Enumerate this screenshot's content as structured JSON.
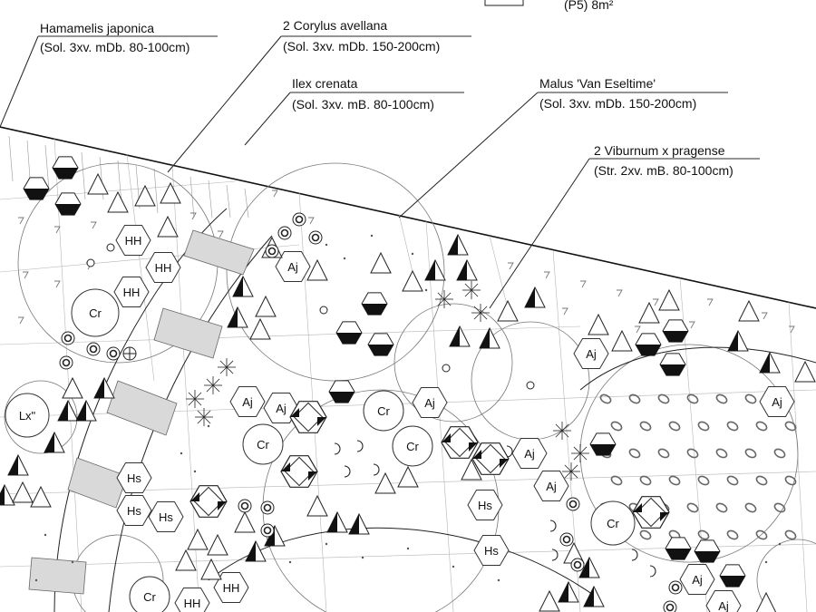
{
  "header": {
    "legend_fragment": "(P5)  8m²"
  },
  "callouts": [
    {
      "name": "Hamamelis japonica",
      "spec": "(Sol. 3xv. mDb. 80-100cm)"
    },
    {
      "name": "2 Corylus avellana",
      "spec": "(Sol. 3xv. mDb. 150-200cm)"
    },
    {
      "name": "Ilex crenata",
      "spec": "(Sol. 3xv. mB. 80-100cm)"
    },
    {
      "name": "Malus 'Van Eseltime'",
      "spec": "(Sol. 3xv. mDb. 150-200cm)"
    },
    {
      "name": "2 Viburnum x pragense",
      "spec": "(Str. 2xv. mB. 80-100cm)"
    }
  ],
  "plant_codes": {
    "hh": "HH",
    "cr": "Cr",
    "aj": "Aj",
    "hs": "Hs",
    "lx": "Lx\""
  },
  "colors": {
    "line": "#222222",
    "fill_dark": "#111111",
    "path": "#d9d9d9",
    "grid": "#b5b5b5"
  }
}
